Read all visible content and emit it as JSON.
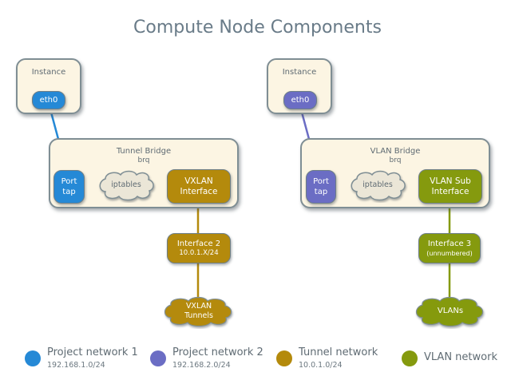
{
  "title": "Compute Node Components",
  "colors": {
    "project1": "#2589d6",
    "project2": "#6b6dc4",
    "tunnel": "#b48a0c",
    "vlan": "#859a0e",
    "box_fill": "#fcf5e3",
    "cloud_fill": "#ebe6d7"
  },
  "left": {
    "instance": {
      "label": "Instance",
      "port": "eth0"
    },
    "bridge": {
      "label": "Tunnel Bridge",
      "sublabel": "brq"
    },
    "tap": {
      "line1": "Port",
      "line2": "tap"
    },
    "iptables": "iptables",
    "interface": {
      "line1": "VXLAN",
      "line2": "Interface"
    },
    "uplink": {
      "line1": "Interface 2",
      "line2": "10.0.1.X/24"
    },
    "cloud": {
      "line1": "VXLAN",
      "line2": "Tunnels"
    }
  },
  "right": {
    "instance": {
      "label": "Instance",
      "port": "eth0"
    },
    "bridge": {
      "label": "VLAN Bridge",
      "sublabel": "brq"
    },
    "tap": {
      "line1": "Port",
      "line2": "tap"
    },
    "iptables": "iptables",
    "interface": {
      "line1": "VLAN Sub",
      "line2": "Interface"
    },
    "uplink": {
      "line1": "Interface 3",
      "line2": "(unnumbered)"
    },
    "cloud": {
      "line1": "VLANs",
      "line2": ""
    }
  },
  "legend": [
    {
      "name": "Project network 1",
      "subnet": "192.168.1.0/24",
      "color": "#2589d6"
    },
    {
      "name": "Project network 2",
      "subnet": "192.168.2.0/24",
      "color": "#6b6dc4"
    },
    {
      "name": "Tunnel network",
      "subnet": "10.0.1.0/24",
      "color": "#b48a0c"
    },
    {
      "name": "VLAN network",
      "subnet": "",
      "color": "#859a0e"
    }
  ]
}
